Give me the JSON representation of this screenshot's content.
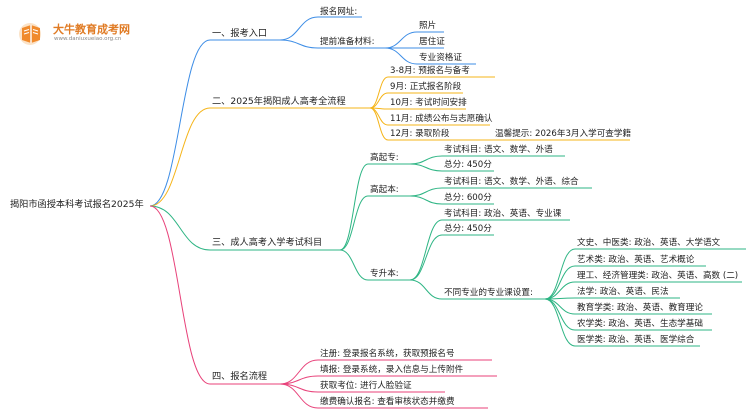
{
  "logo": {
    "title": "大牛教育成考网",
    "url": "www.daniuxueiao.org.cn"
  },
  "root": "揭阳市函授本科考试报名2025年",
  "colors": {
    "b1": "#3d8de6",
    "b2": "#f5b418",
    "b3": "#2eb584",
    "b4": "#e8427a",
    "logo": "#e07b24"
  },
  "branches": {
    "b1": {
      "title": "一、报考入口",
      "site": "报名网址:",
      "materials": "提前准备材料:",
      "materials_items": [
        "照片",
        "居住证",
        "专业资格证"
      ]
    },
    "b2": {
      "title": "二、2025年揭阳成人高考全流程",
      "items": [
        "3-8月: 预报名与备考",
        "9月: 正式报名阶段",
        "10月: 考试时间安排",
        "11月: 成绩公布与志愿确认",
        "12月: 录取阶段"
      ],
      "tip": "温馨提示: 2026年3月入学可查学籍"
    },
    "b3": {
      "title": "三、成人高考入学考试科目",
      "gqz": {
        "title": "高起专:",
        "subjects": "考试科目: 语文、数学、外语",
        "total": "总分: 450分"
      },
      "gqb": {
        "title": "高起本:",
        "subjects": "考试科目: 语文、数学、外语、综合",
        "total": "总分: 600分"
      },
      "zsb": {
        "title": "专升本:",
        "subjects": "考试科目: 政治、英语、专业课",
        "total": "总分: 450分",
        "diff": "不同专业的专业课设置:",
        "majors": [
          "文史、中医类: 政治、英语、大学语文",
          "艺术类: 政治、英语、艺术概论",
          "理工、经济管理类: 政治、英语、高数 (二)",
          "法学: 政治、英语、民法",
          "教育学类: 政治、英语、教育理论",
          "农学类: 政治、英语、生态学基础",
          "医学类: 政治、英语、医学综合"
        ]
      }
    },
    "b4": {
      "title": "四、报名流程",
      "items": [
        "注册: 登录报名系统，获取预报名号",
        "填报: 登录系统，录入信息与上传附件",
        "获取考位: 进行人脸验证",
        "缴费确认报名: 查看审核状态并缴费"
      ]
    }
  }
}
